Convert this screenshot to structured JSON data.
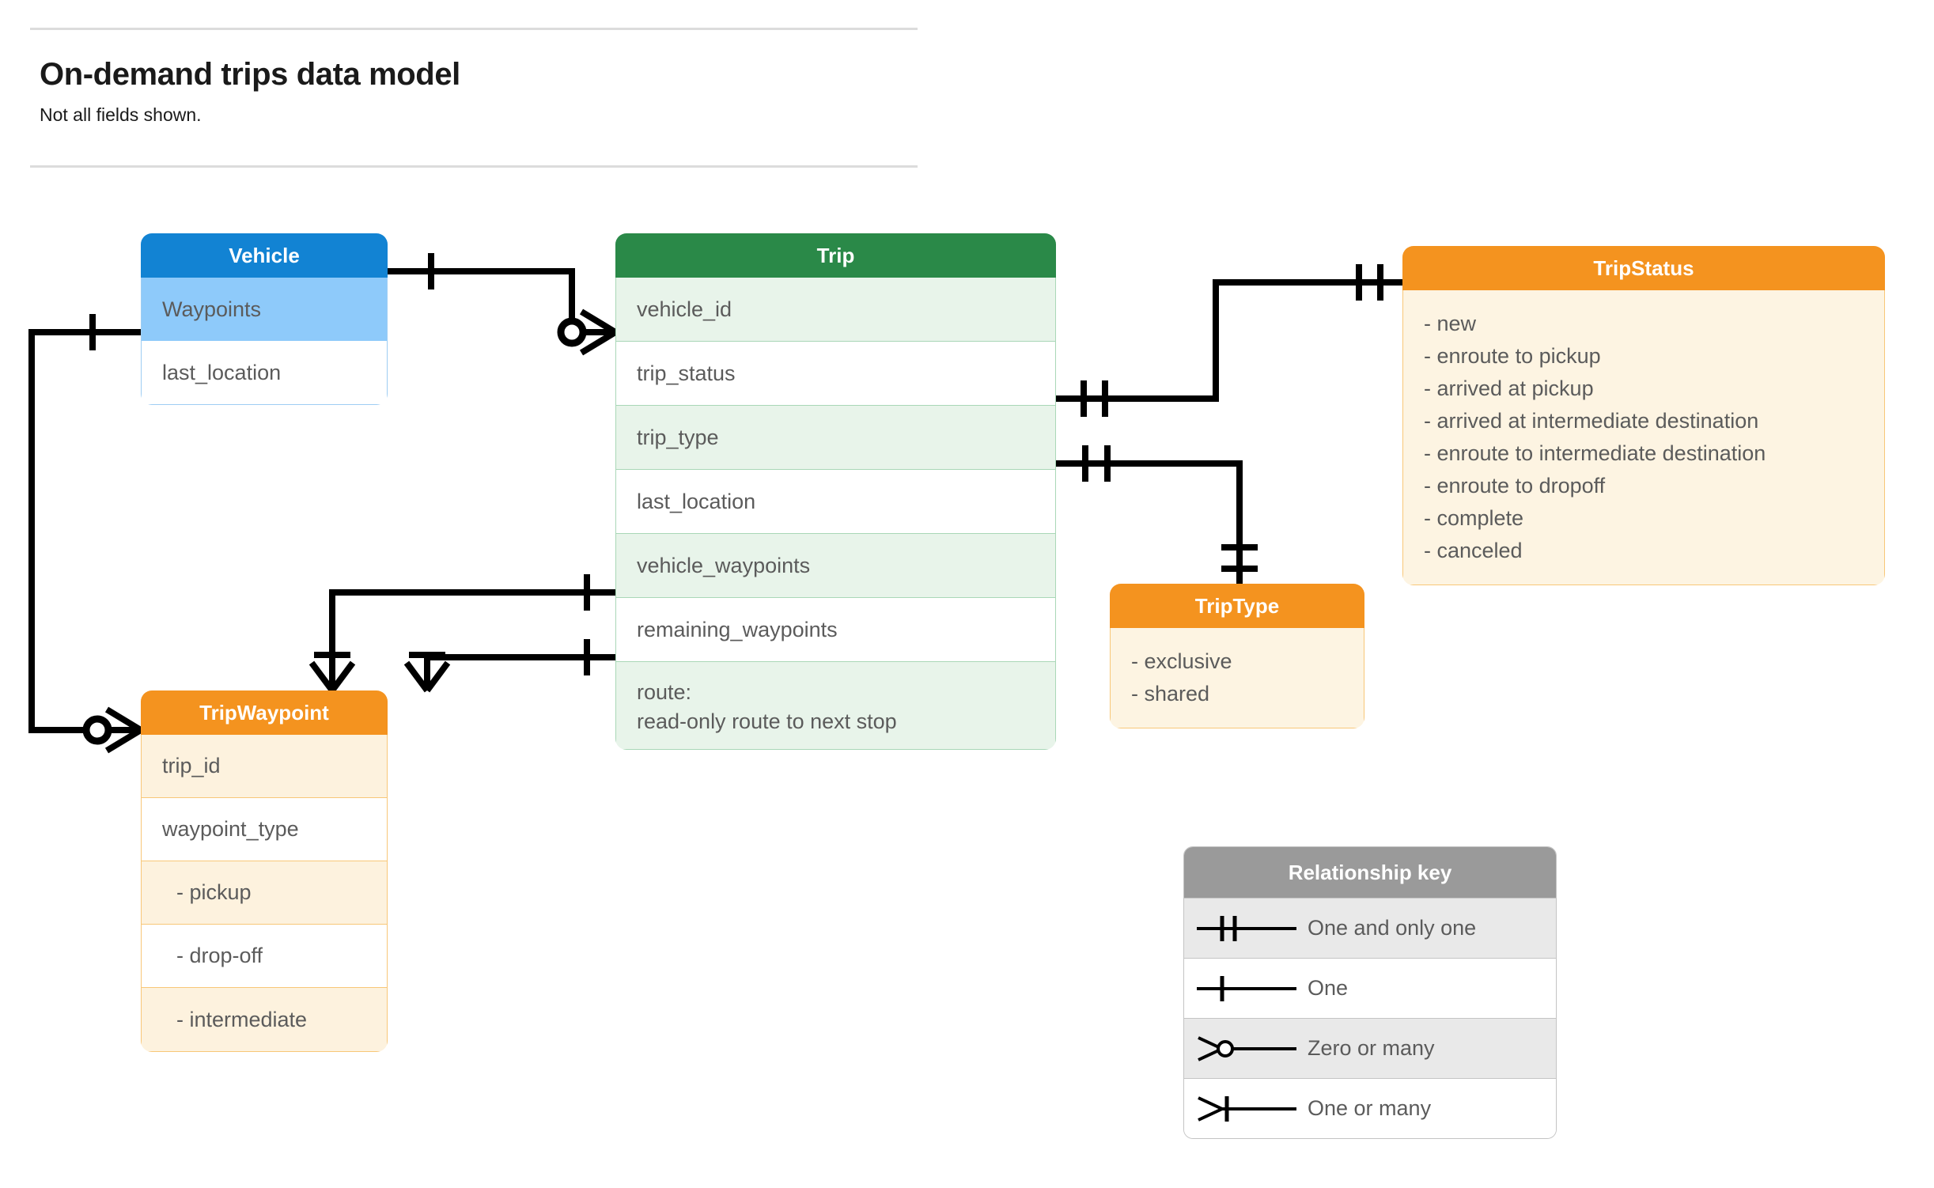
{
  "header": {
    "title": "On-demand trips data model",
    "subtitle": "Not all fields shown."
  },
  "entities": {
    "vehicle": {
      "name": "Vehicle",
      "header_color": "#1283d3",
      "fields": [
        "Waypoints",
        "last_location"
      ]
    },
    "trip": {
      "name": "Trip",
      "header_color": "#2a8948",
      "fields": [
        "vehicle_id",
        "trip_status",
        "trip_type",
        "last_location",
        "vehicle_waypoints",
        "remaining_waypoints"
      ],
      "route_field": {
        "line1": "route:",
        "line2": "read-only route to next stop"
      }
    },
    "tripwaypoint": {
      "name": "TripWaypoint",
      "header_color": "#f4931f",
      "fields": [
        "trip_id",
        "waypoint_type"
      ],
      "waypoint_type_values": [
        "-  pickup",
        "-  drop-off",
        "-  intermediate"
      ]
    },
    "triptype": {
      "name": "TripType",
      "header_color": "#f4931f",
      "values": [
        "- exclusive",
        "- shared"
      ]
    },
    "tripstatus": {
      "name": "TripStatus",
      "header_color": "#f4931f",
      "values": [
        "- new",
        "- enroute to pickup",
        "- arrived at pickup",
        "- arrived at intermediate destination",
        "- enroute to intermediate destination",
        "- enroute to dropoff",
        "- complete",
        "- canceled"
      ]
    }
  },
  "legend": {
    "title": "Relationship key",
    "rows": [
      {
        "symbol": "one-and-only-one",
        "label": "One and only one"
      },
      {
        "symbol": "one",
        "label": "One"
      },
      {
        "symbol": "zero-or-many",
        "label": "Zero or many"
      },
      {
        "symbol": "one-or-many",
        "label": "One or many"
      }
    ]
  },
  "relationships": [
    {
      "from": "Vehicle",
      "from_card": "one",
      "to": "Trip.vehicle_id",
      "to_card": "zero-or-many"
    },
    {
      "from": "Vehicle.Waypoints",
      "from_card": "one",
      "to": "TripWaypoint",
      "to_card": "zero-or-many"
    },
    {
      "from": "Trip.trip_status",
      "from_card": "one-and-only-one",
      "to": "TripStatus",
      "to_card": "one-and-only-one"
    },
    {
      "from": "Trip.trip_type",
      "from_card": "one-and-only-one",
      "to": "TripType",
      "to_card": "one-and-only-one"
    },
    {
      "from": "Trip.vehicle_waypoints",
      "from_card": "one",
      "to": "TripWaypoint",
      "to_card": "one-or-many"
    },
    {
      "from": "Trip.remaining_waypoints",
      "from_card": "one",
      "to": "TripWaypoint",
      "to_card": "one-or-many"
    }
  ]
}
